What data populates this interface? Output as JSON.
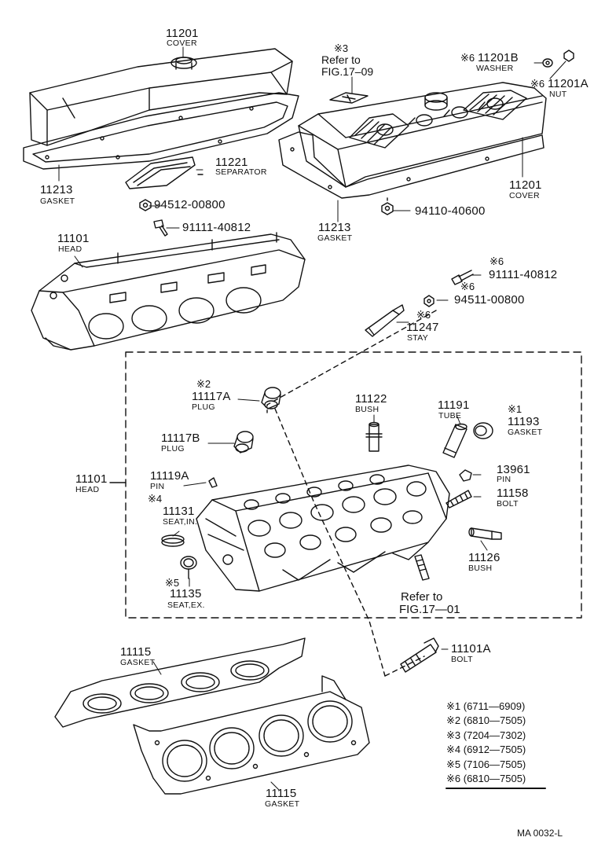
{
  "labels": {
    "cover_left_num": "11201",
    "cover_left_name": "COVER",
    "note3_mark": "※3",
    "refer_top_line1": "Refer to",
    "refer_top_line2": "FIG.17–09",
    "washer_mark": "※6",
    "washer_num": "11201B",
    "washer_name": "WASHER",
    "nut_mark": "※6",
    "nut_num": "11201A",
    "nut_name": "NUT",
    "separator_num": "11221",
    "separator_name": "SEPARATOR",
    "gasket_left_num": "11213",
    "gasket_left_name": "GASKET",
    "nut_94512": "94512-00800",
    "bolt_91111_left": "91111-40812",
    "cover_right_num": "11201",
    "cover_right_name": "COVER",
    "gasket_mid_num": "11213",
    "gasket_mid_name": "GASKET",
    "nut_94110": "94110-40600",
    "head_top_num": "11101",
    "head_top_name": "HEAD",
    "bolt_91111_right_mark": "※6",
    "bolt_91111_right": "91111-40812",
    "nut_94511_mark": "※6",
    "nut_94511": "94511-00800",
    "stay_mark": "※6",
    "stay_num": "11247",
    "stay_name": "STAY",
    "plug_a_mark": "※2",
    "plug_a_num": "11117A",
    "plug_a_name": "PLUG",
    "bush_top_num": "11122",
    "bush_top_name": "BUSH",
    "tube_num": "11191",
    "tube_name": "TUBE",
    "gasket_1193_mark": "※1",
    "gasket_1193_num": "11193",
    "gasket_1193_name": "GASKET",
    "plug_b_num": "11117B",
    "plug_b_name": "PLUG",
    "pin_13961_num": "13961",
    "pin_13961_name": "PIN",
    "head_box_num": "11101",
    "head_box_name": "HEAD",
    "pin_11119_num": "11119A",
    "pin_11119_name": "PIN",
    "bolt_11158_num": "11158",
    "bolt_11158_name": "BOLT",
    "seat_in_mark": "※4",
    "seat_in_num": "11131",
    "seat_in_name": "SEAT,IN.",
    "bush_11126_num": "11126",
    "bush_11126_name": "BUSH",
    "seat_ex_mark": "※5",
    "seat_ex_num": "11135",
    "seat_ex_name": "SEAT,EX.",
    "refer_bottom_line1": "Refer to",
    "refer_bottom_line2": "FIG.17—01",
    "gasket_top_num": "11115",
    "gasket_top_name": "GASKET",
    "bolt_11101a_num": "11101A",
    "bolt_11101a_name": "BOLT",
    "gasket_bottom_num": "11115",
    "gasket_bottom_name": "GASKET",
    "drawing_id": "MA 0032-L"
  },
  "legend": [
    {
      "mark": "※1",
      "range": "(6711—6909)"
    },
    {
      "mark": "※2",
      "range": "(6810—7505)"
    },
    {
      "mark": "※3",
      "range": "(7204—7302)"
    },
    {
      "mark": "※4",
      "range": "(6912—7505)"
    },
    {
      "mark": "※5",
      "range": "(7106—7505)"
    },
    {
      "mark": "※6",
      "range": "(6810—7505)"
    }
  ],
  "colors": {
    "ink": "#111111",
    "paper": "#ffffff"
  }
}
